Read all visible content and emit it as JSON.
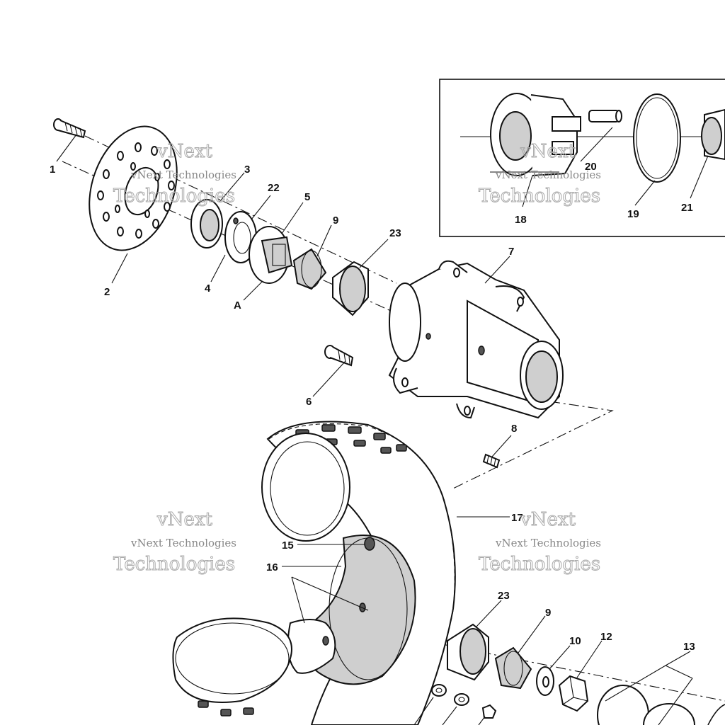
{
  "labels": {
    "l1": "1",
    "l2": "2",
    "l3": "3",
    "l4": "4",
    "l5": "5",
    "l6": "6",
    "l7": "7",
    "l8": "8",
    "l9a": "9",
    "l9b": "9",
    "l10": "10",
    "l12": "12",
    "l13": "13",
    "l15": "15",
    "l16": "16",
    "l17": "17",
    "l18": "18",
    "l19": "19",
    "l20": "20",
    "l21": "21",
    "l22": "22",
    "l23a": "23",
    "l23b": "23",
    "lA": "A"
  },
  "watermark": {
    "line1": "vNext Technologies",
    "line2": "Technologies",
    "line3": "vNext"
  }
}
